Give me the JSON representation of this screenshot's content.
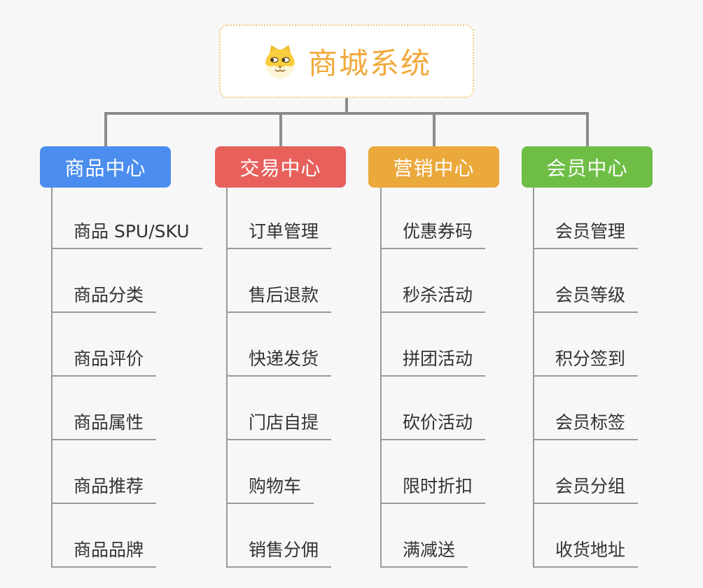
{
  "page": {
    "background_color": "#f7f7f7",
    "connector_color": "#8c8c8c",
    "leaf_line_color": "#9a9a9a",
    "leaf_text_color": "#333333"
  },
  "root": {
    "label": "商城系统",
    "icon": "dog-face-icon",
    "text_color": "#f2a93b",
    "border_color": "#f2c77e"
  },
  "branches": [
    {
      "label": "商品中心",
      "color": "#4b8dee",
      "items": [
        "商品 SPU/SKU",
        "商品分类",
        "商品评价",
        "商品属性",
        "商品推荐",
        "商品品牌"
      ]
    },
    {
      "label": "交易中心",
      "color": "#e8605c",
      "items": [
        "订单管理",
        "售后退款",
        "快递发货",
        "门店自提",
        "购物车",
        "销售分佣"
      ]
    },
    {
      "label": "营销中心",
      "color": "#eba83b",
      "items": [
        "优惠券码",
        "秒杀活动",
        "拼团活动",
        "砍价活动",
        "限时折扣",
        "满减送"
      ]
    },
    {
      "label": "会员中心",
      "color": "#6ebe45",
      "items": [
        "会员管理",
        "会员等级",
        "积分签到",
        "会员标签",
        "会员分组",
        "收货地址"
      ]
    }
  ]
}
